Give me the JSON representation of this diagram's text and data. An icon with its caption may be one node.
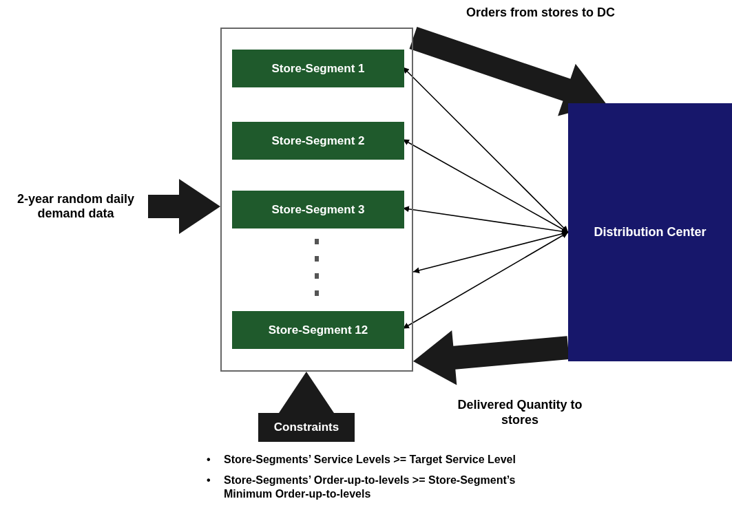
{
  "diagram": {
    "nodes": [
      {
        "text": [],
        "shape": "box"
      },
      {
        "text": [
          "Store-Segment 1"
        ],
        "in": 0
      },
      {
        "text": [
          "Store-Segment 2"
        ],
        "in": 0
      },
      {
        "text": [
          "Store-Segment 3"
        ],
        "in": 0
      },
      {
        "text": [
          "Store-Segment 12"
        ],
        "in": 0
      },
      {
        "text": [
          "2-year random daily demand data"
        ]
      },
      {
        "text": [
          "Distribution Center"
        ]
      },
      {
        "text": [
          "Constraints"
        ]
      }
    ],
    "edges": [
      {
        "from": 5,
        "to": 0,
        "arrow": "to",
        "style": "thick"
      },
      {
        "from": 0,
        "to": 6,
        "arrow": "to",
        "style": "thick",
        "label": "Orders from stores to DC"
      },
      {
        "from": 6,
        "to": 0,
        "arrow": "to",
        "style": "thick",
        "label": "Delivered Quantity to stores"
      },
      {
        "from": 7,
        "to": 0,
        "arrow": "to",
        "style": "thick"
      },
      {
        "from": 1,
        "to": 6,
        "arrow": "both"
      },
      {
        "from": 2,
        "to": 6,
        "arrow": "both"
      },
      {
        "from": 3,
        "to": 6,
        "arrow": "both"
      },
      {
        "from": 0,
        "to": 6,
        "arrow": "both"
      },
      {
        "from": 4,
        "to": 6,
        "arrow": "both"
      }
    ],
    "labels": [
      "•",
      "Store-Segments’ Service Levels >= Target Service Level",
      "•",
      "Store-Segments’ Order-up-to-levels >= Store-Segment’s Minimum Order-up-to-levels"
    ]
  }
}
